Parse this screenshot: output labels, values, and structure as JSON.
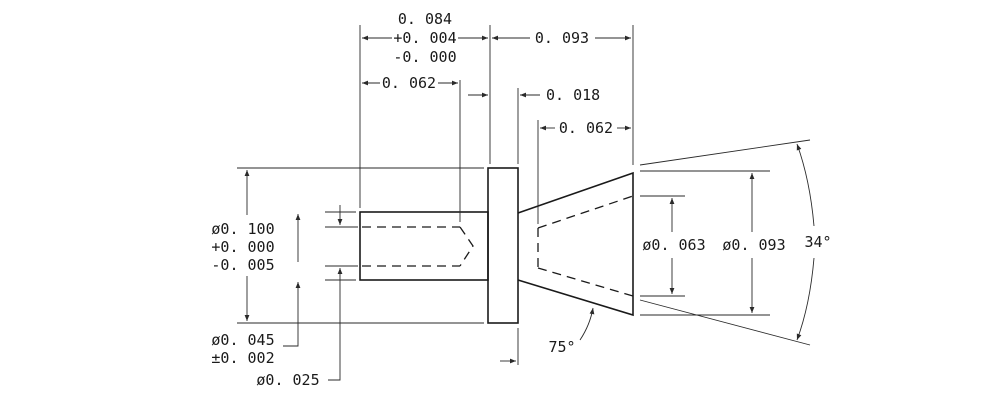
{
  "diagram": {
    "dimensions": {
      "shank_length": [
        "0. 084",
        "+0. 004",
        "-0. 000"
      ],
      "cone_length": "0. 093",
      "bore_depth": "0. 062",
      "flange_thickness": "0. 018",
      "counterbore_depth": "0. 062",
      "flange_diameter": [
        "ø0. 100",
        "+0. 000",
        "-0. 005"
      ],
      "shank_diameter": [
        "ø0. 045",
        "±0. 002"
      ],
      "bore_diameter": "ø0. 025",
      "cone_inner_diameter": "ø0. 063",
      "cone_outer_diameter": "ø0. 093",
      "cone_angle": "34°",
      "base_angle": "75°"
    }
  }
}
